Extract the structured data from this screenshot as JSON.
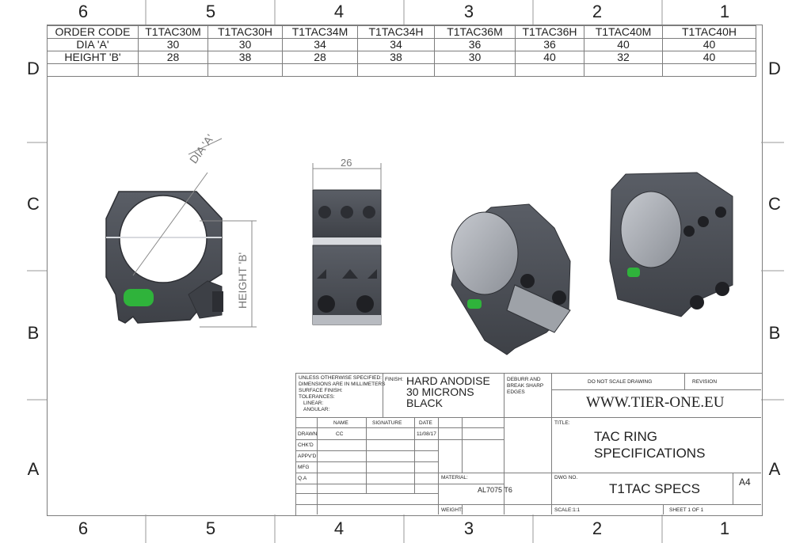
{
  "zones": {
    "columns": [
      "6",
      "5",
      "4",
      "3",
      "2",
      "1"
    ],
    "rows": [
      "D",
      "C",
      "B",
      "A"
    ]
  },
  "spec_table": {
    "headers": [
      "ORDER CODE",
      "T1TAC30M",
      "T1TAC30H",
      "T1TAC34M",
      "T1TAC34H",
      "T1TAC36M",
      "T1TAC36H",
      "T1TAC40M",
      "T1TAC40H"
    ],
    "rows": [
      [
        "DIA 'A'",
        "30",
        "30",
        "34",
        "34",
        "36",
        "36",
        "40",
        "40"
      ],
      [
        "HEIGHT 'B'",
        "28",
        "38",
        "28",
        "38",
        "30",
        "40",
        "32",
        "40"
      ],
      [
        "",
        "",
        "",
        "",
        "",
        "",
        "",
        "",
        ""
      ]
    ]
  },
  "drawing": {
    "dia_label": "DIA 'A'",
    "height_label": "HEIGHT 'B'",
    "width_dimension": "26"
  },
  "title_block": {
    "unless_note": [
      "UNLESS OTHERWISE SPECIFIED:",
      "DIMENSIONS ARE IN MILLIMETERS",
      "SURFACE FINISH:",
      "TOLERANCES:",
      "LINEAR:",
      "ANGULAR:"
    ],
    "finish_label": "FINISH:",
    "finish_value": [
      "HARD ANODISE",
      "30 MICRONS",
      "BLACK"
    ],
    "deburr": [
      "DEBURR AND",
      "BREAK SHARP",
      "EDGES"
    ],
    "do_not_scale": "DO NOT SCALE DRAWING",
    "revision": "REVISION",
    "website": "WWW.TIER-ONE.EU",
    "col_headers": [
      "NAME",
      "SIGNATURE",
      "DATE"
    ],
    "row_labels": [
      "DRAWN",
      "CHK'D",
      "APPV'D",
      "MFG",
      "Q.A"
    ],
    "drawn_name": "CC",
    "drawn_date": "11/08/17",
    "title_label": "TITLE:",
    "title_value": [
      "TAC RING",
      "SPECIFICATIONS"
    ],
    "material_label": "MATERIAL:",
    "material_value": "AL7075 T6",
    "dwg_label": "DWG NO.",
    "dwg_value": "T1TAC SPECS",
    "size": "A4",
    "weight_label": "WEIGHT:",
    "scale": "SCALE:1:1",
    "sheet": "SHEET 1 OF 1"
  },
  "colors": {
    "ring_body": "#4b4e55",
    "bubble_level": "#2fb33b",
    "border": "#7d7d7d"
  }
}
